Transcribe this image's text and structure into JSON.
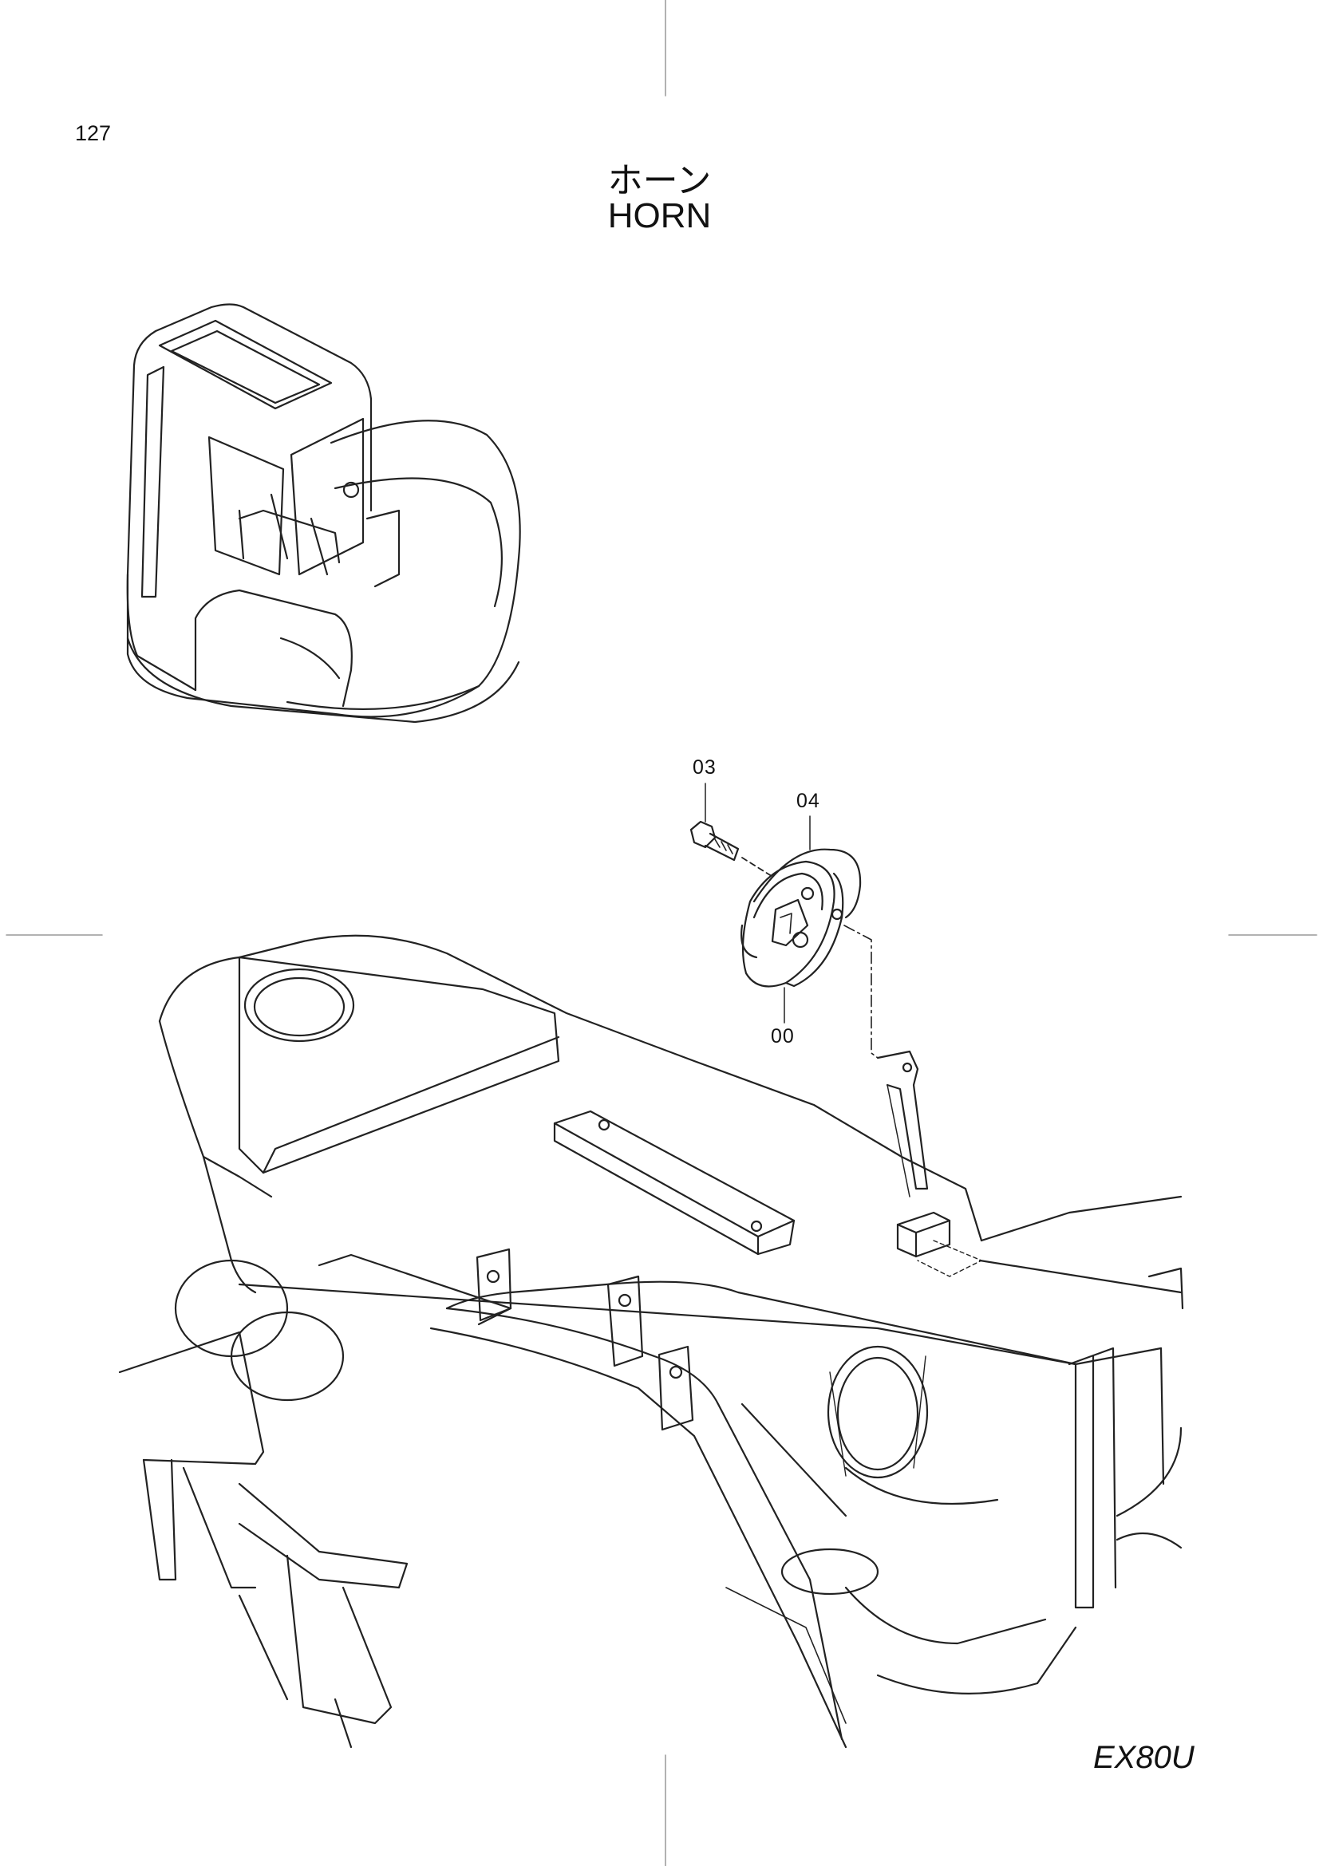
{
  "header": {
    "page_number": "127",
    "title_jp": "ホーン",
    "title_en": "HORN"
  },
  "footer": {
    "model": "EX80U"
  },
  "callouts": [
    {
      "id": "03",
      "label": "03"
    },
    {
      "id": "04",
      "label": "04"
    },
    {
      "id": "00",
      "label": "00"
    }
  ],
  "colors": {
    "line": "#222222",
    "background": "#ffffff"
  }
}
